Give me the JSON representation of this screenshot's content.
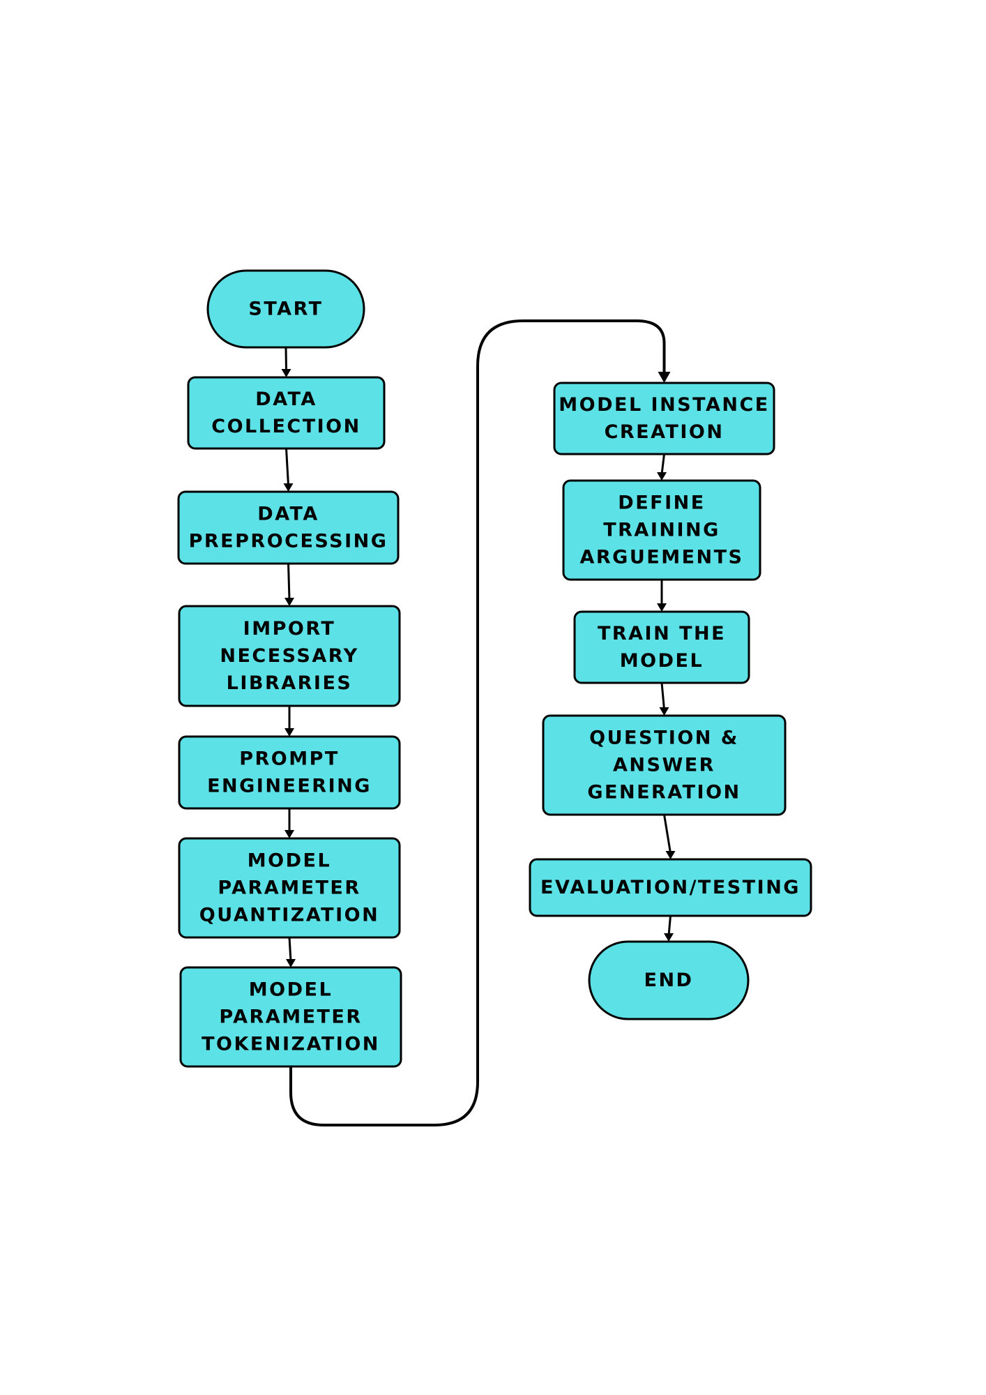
{
  "flowchart": {
    "start": "START",
    "left_column": [
      [
        "DATA",
        "COLLECTION"
      ],
      [
        "DATA",
        "PREPROCESSING"
      ],
      [
        "IMPORT",
        "NECESSARY",
        "LIBRARIES"
      ],
      [
        "PROMPT",
        "ENGINEERING"
      ],
      [
        "MODEL",
        "PARAMETER",
        "QUANTIZATION"
      ],
      [
        "MODEL",
        "PARAMETER",
        "TOKENIZATION"
      ]
    ],
    "right_column": [
      [
        "MODEL INSTANCE",
        "CREATION"
      ],
      [
        "DEFINE",
        "TRAINING",
        "ARGUEMENTS"
      ],
      [
        "TRAIN THE",
        "MODEL"
      ],
      [
        "QUESTION &",
        "ANSWER",
        "GENERATION"
      ],
      [
        "EVALUATION/TESTING"
      ]
    ],
    "end": "END"
  },
  "colors": {
    "node_fill": "#5ce1e6",
    "stroke": "#000000",
    "background": "#ffffff"
  }
}
